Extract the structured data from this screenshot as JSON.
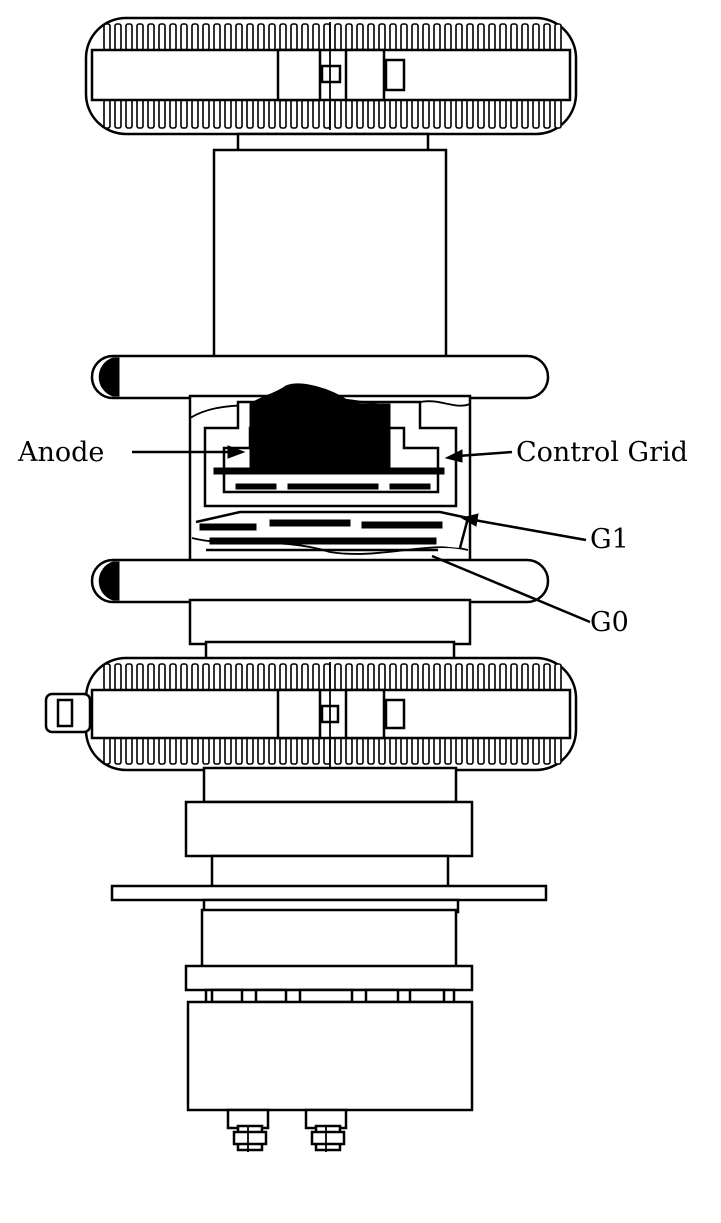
{
  "labels": {
    "anode": "Anode",
    "control_grid": "Control Grid",
    "g1": "G1",
    "g0": "G0"
  },
  "colors": {
    "ink": "#000000",
    "paper": "#ffffff"
  }
}
